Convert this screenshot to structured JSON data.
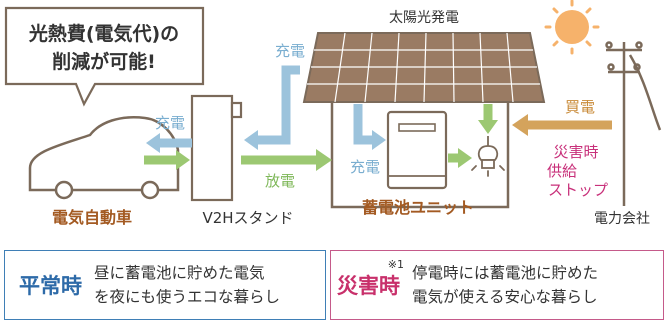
{
  "bubble": {
    "line1": "光熱費(電気代)の",
    "line2": "削減が可能!"
  },
  "labels": {
    "solar": "太陽光発電",
    "charge_roof": "充電",
    "charge_car": "充電",
    "discharge": "放電",
    "charge_battery": "充電",
    "purchase": "買電",
    "disaster_supply": [
      "災害時",
      "供給",
      "ストップ"
    ],
    "ev": "電気自動車",
    "v2h": "V2Hスタンド",
    "battery": "蓄電池ユニット",
    "utility": "電力会社"
  },
  "panels": {
    "normal": {
      "title": "平常時",
      "line1": "昼に蓄電池に貯めた電気",
      "line2": "を夜にも使うエコな暮らし"
    },
    "disaster": {
      "title": "災害時",
      "note": "※1",
      "line1": "停電時には蓄電池に貯めた",
      "line2": "電気が使える安心な暮らし"
    }
  },
  "colors": {
    "charge_arrow": "#9cc3dc",
    "discharge_arrow": "#9cc872",
    "purchase_arrow": "#d4a35c",
    "brown_text": "#a35a22",
    "pink_text": "#c8307a",
    "outline": "#7b6a5a",
    "sun": "#f6b26b"
  }
}
